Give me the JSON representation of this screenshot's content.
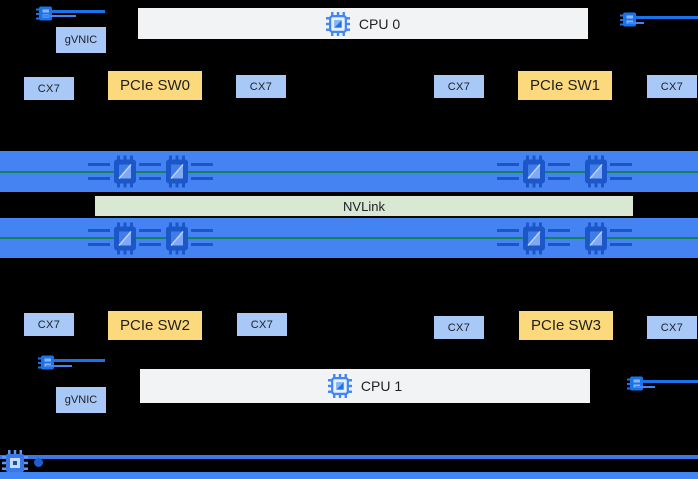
{
  "labels": {
    "cpu0": "CPU 0",
    "cpu1": "CPU 1",
    "nvlink": "NVLink",
    "gvnic": "gVNIC",
    "cx7": "CX7",
    "pcie": [
      "PCIe SW0",
      "PCIe SW1",
      "PCIe SW2",
      "PCIe SW3"
    ]
  },
  "structure": {
    "gpu_boards": 2,
    "gpus_per_board": 4,
    "cx7_nic_count": 8,
    "pcie_switch_count": 4
  },
  "icons": {
    "cpu": "cpu-chip-icon",
    "gpu": "gpu-chip-icon",
    "uplink": "nic-uplink-icon",
    "network": "network-chip-icon"
  },
  "colors": {
    "background": "#000000",
    "nic_box_blue": "#a8c8f8",
    "pcie_switch_yellow": "#fbd97c",
    "cpu_box_gray": "#f1f3f4",
    "gpu_board_blue": "#4583f2",
    "nvlink_green": "#d8e8d3",
    "link_green_line": "#12845a",
    "accent_blue": "#1a73e8",
    "text_dark": "#202124"
  }
}
